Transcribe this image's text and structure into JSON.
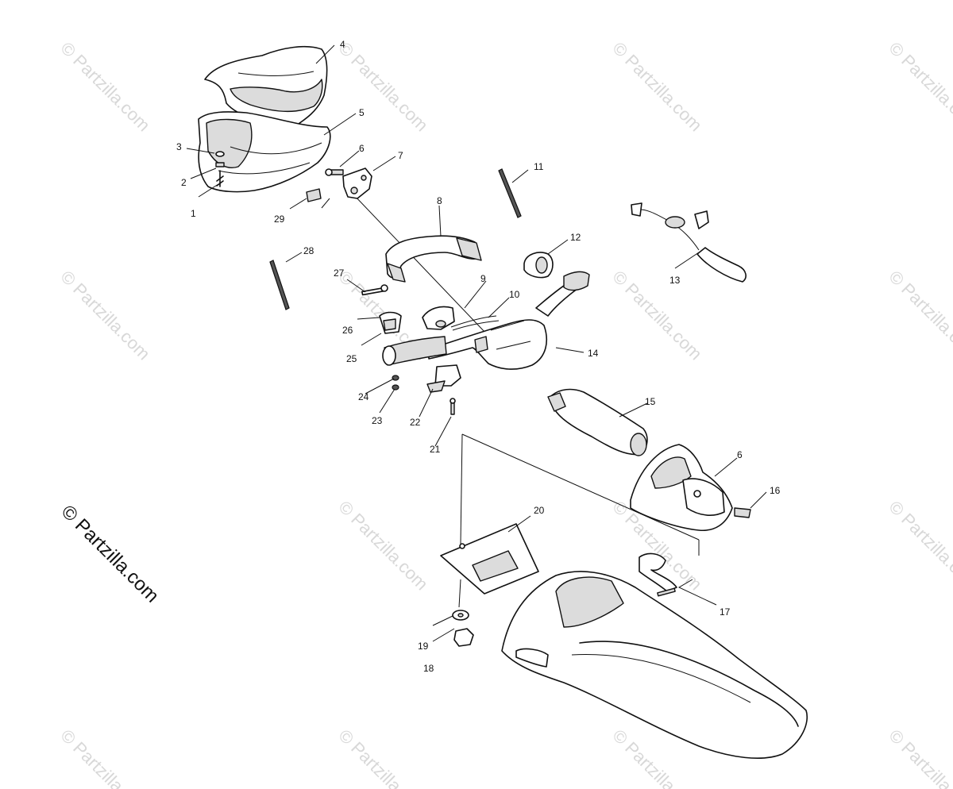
{
  "watermark": {
    "text": "© Partzilla.com",
    "color": "#d8d8d8",
    "prominent_color": "#111111"
  },
  "callouts": [
    "1",
    "2",
    "3",
    "4",
    "5",
    "6",
    "7",
    "8",
    "9",
    "10",
    "11",
    "12",
    "13",
    "14",
    "15",
    "6",
    "16",
    "17",
    "18",
    "19",
    "20",
    "21",
    "22",
    "23",
    "24",
    "25",
    "26",
    "27",
    "28",
    "29"
  ]
}
